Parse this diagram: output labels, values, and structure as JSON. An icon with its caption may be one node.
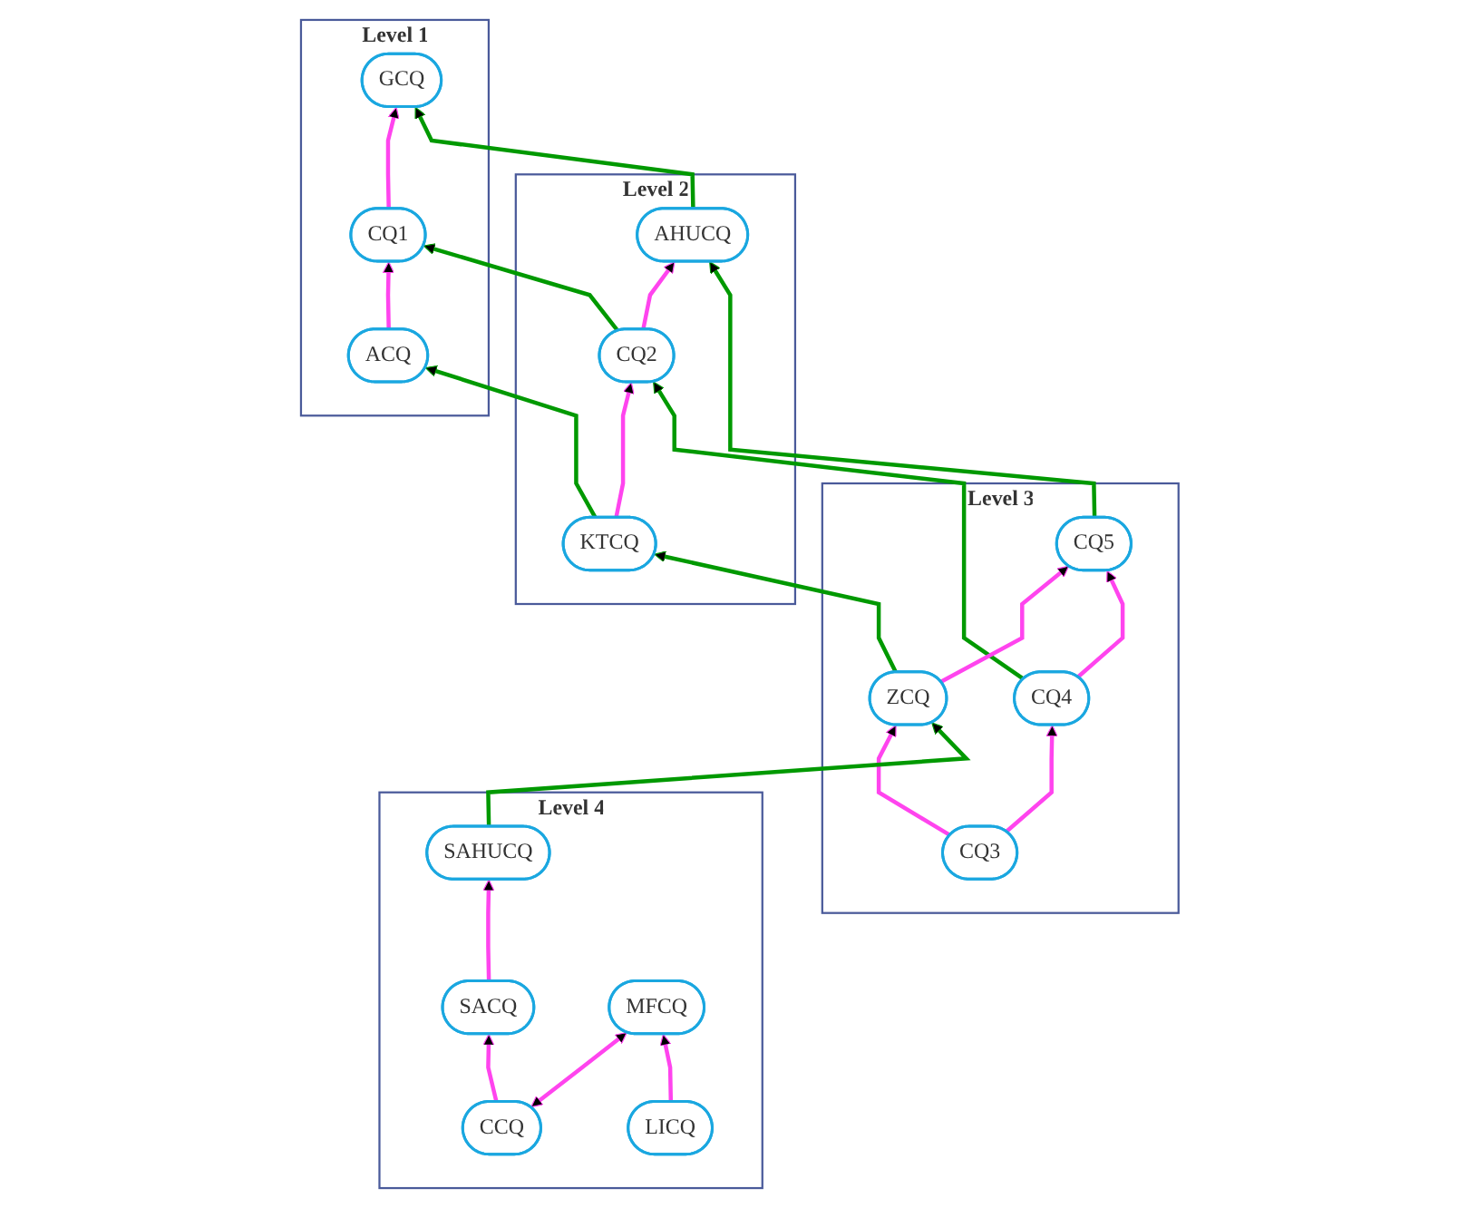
{
  "diagram": {
    "nodes": [
      {
        "text": [
          "Level 1"
        ]
      },
      {
        "text": [
          "ACQ"
        ],
        "in": 0
      },
      {
        "text": [
          "CQ1"
        ],
        "in": 0
      },
      {
        "text": [
          "GCQ"
        ],
        "in": 0
      },
      {
        "text": [
          "Level 2"
        ]
      },
      {
        "text": [
          "KTCQ"
        ],
        "in": 4
      },
      {
        "text": [
          "CQ2"
        ],
        "in": 4
      },
      {
        "text": [
          "AHUCQ"
        ],
        "in": 4
      },
      {
        "text": [
          "Level 3"
        ]
      },
      {
        "text": [
          "ZCQ"
        ],
        "in": 8
      },
      {
        "text": [
          "CQ5"
        ],
        "in": 8
      },
      {
        "text": [
          "CQ4"
        ],
        "in": 8
      },
      {
        "text": [
          "CQ3"
        ],
        "in": 8
      },
      {
        "text": [
          "Level 4"
        ]
      },
      {
        "text": [
          "SAHUCQ"
        ],
        "in": 13
      },
      {
        "text": [
          "SACQ"
        ],
        "in": 13
      },
      {
        "text": [
          "CCQ"
        ],
        "in": 13
      },
      {
        "text": [
          "MFCQ"
        ],
        "in": 13
      },
      {
        "text": [
          "LICQ"
        ],
        "in": 13
      }
    ],
    "edges": [
      {
        "from": 1,
        "to": 2,
        "arrow": "to"
      },
      {
        "from": 2,
        "to": 3,
        "arrow": "to"
      },
      {
        "from": 5,
        "to": 1,
        "arrow": "to",
        "color": "#009900"
      },
      {
        "from": 6,
        "to": 2,
        "arrow": "to",
        "color": "#009900"
      },
      {
        "from": 7,
        "to": 3,
        "arrow": "to",
        "color": "#009900"
      },
      {
        "from": 5,
        "to": 6,
        "arrow": "to"
      },
      {
        "from": 6,
        "to": 7,
        "arrow": "to"
      },
      {
        "from": 9,
        "to": 5,
        "arrow": "to",
        "color": "#009900"
      },
      {
        "from": 11,
        "to": 6,
        "arrow": "to",
        "color": "#009900"
      },
      {
        "from": 10,
        "to": 7,
        "arrow": "to",
        "color": "#009900"
      },
      {
        "from": 9,
        "to": 10,
        "arrow": "to"
      },
      {
        "from": 12,
        "to": 9,
        "arrow": "to"
      },
      {
        "from": 12,
        "to": 11,
        "arrow": "to"
      },
      {
        "from": 11,
        "to": 10,
        "arrow": "to"
      },
      {
        "from": 14,
        "to": 9,
        "arrow": "to",
        "color": "#009900"
      },
      {
        "from": 15,
        "to": 14,
        "arrow": "to"
      },
      {
        "from": 16,
        "to": 15,
        "arrow": "to"
      },
      {
        "from": 16,
        "to": 17,
        "arrow": "both"
      },
      {
        "from": 18,
        "to": 17,
        "arrow": "to"
      }
    ]
  }
}
